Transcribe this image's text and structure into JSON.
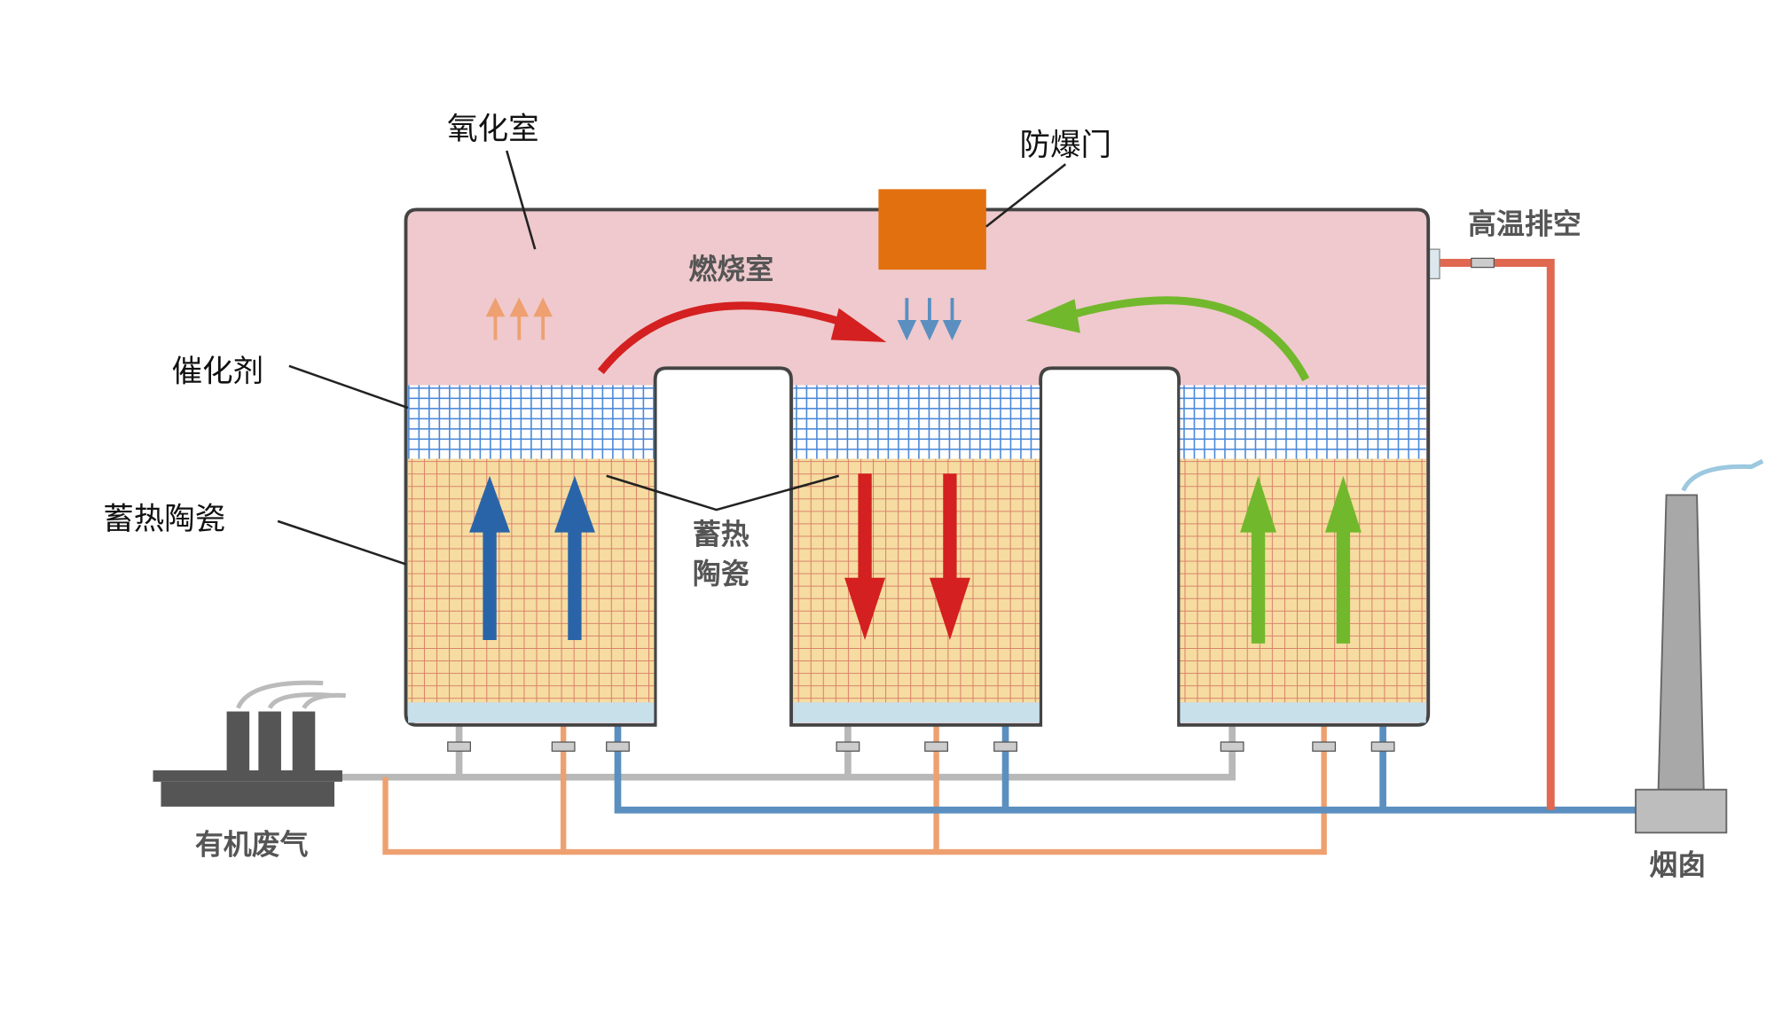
{
  "labels": {
    "oxidation_chamber": "氧化室",
    "explosion_door": "防爆门",
    "combustion_chamber": "燃烧室",
    "catalyst": "催化剂",
    "regenerative_ceramic": "蓄热陶瓷",
    "regenerative_ceramic_mid_line1": "蓄热",
    "regenerative_ceramic_mid_line2": "陶瓷",
    "high_temp_exhaust": "高温排空",
    "organic_waste_gas": "有机废气",
    "chimney": "烟囱"
  },
  "colors": {
    "chamber": "#efc9cd",
    "explosion_door": "#e2700f",
    "catalyst_grid": "#4a88d8",
    "ceramic": "#f6dca0",
    "ceramic_grid": "#d9826a",
    "bed_bottom": "#c7e0ea",
    "arrow_blue": "#2a64a8",
    "arrow_red": "#d42020",
    "arrow_green": "#72b82c",
    "pipe_gray": "#b8b8b8",
    "pipe_orange": "#eea070",
    "pipe_blue": "#5a8fc0",
    "pipe_red": "#e06850",
    "chimney": "#a8a8a8"
  },
  "flows": {
    "bed_1": "up",
    "bed_2": "down",
    "bed_3": "up"
  }
}
